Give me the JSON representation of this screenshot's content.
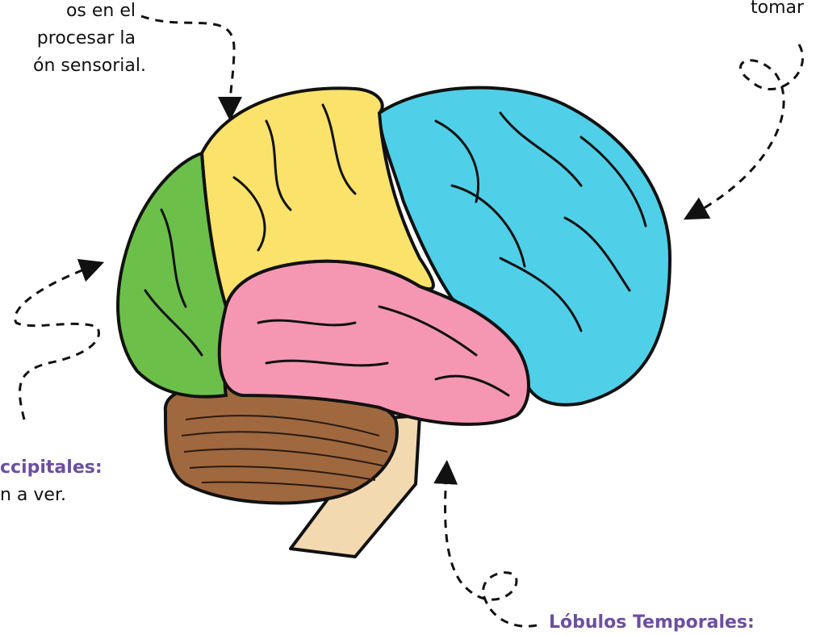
{
  "labels": {
    "parietal_line1": "os en el",
    "parietal_line2": "procesar la",
    "parietal_line3": "ón sensorial.",
    "frontal_fragment": "tomar",
    "occipital_heading": "ccipitales:",
    "occipital_body": "n a ver.",
    "temporal_heading": "Lóbulos Temporales:"
  },
  "colors": {
    "frontal": "#4fd0e8",
    "parietal": "#fbe26a",
    "occipital": "#6cc04a",
    "temporal": "#f597b3",
    "cerebellum": "#a0683f",
    "brainstem": "#f3d9b0",
    "heading": "#6b4fa0",
    "outline": "#111111"
  }
}
